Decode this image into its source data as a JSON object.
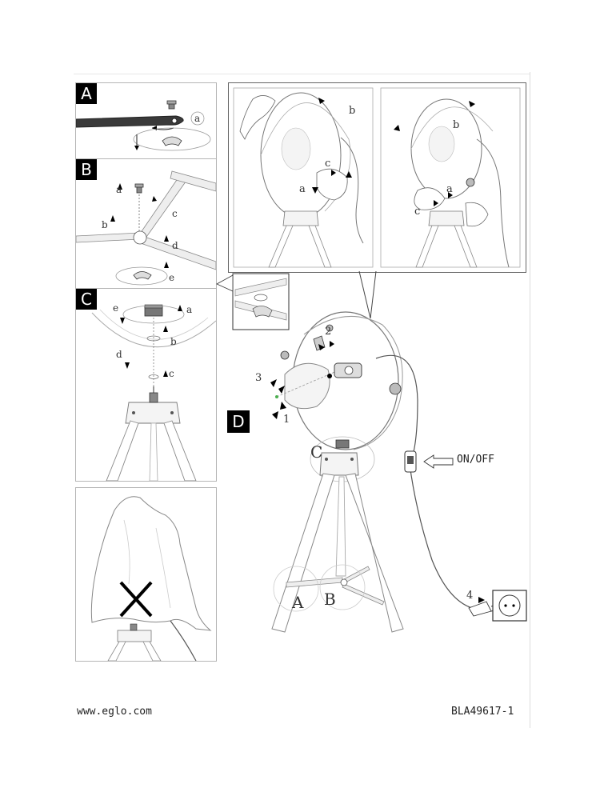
{
  "steps": {
    "a": "A",
    "b": "B",
    "c": "C",
    "d": "D"
  },
  "part_labels": {
    "a": "a",
    "b": "b",
    "c": "c",
    "d": "d",
    "e": "e"
  },
  "numbers": {
    "n1": "1",
    "n2": "2",
    "n3": "3",
    "n4": "4"
  },
  "switch_label": "ON/OFF",
  "footer": {
    "website": "www.eglo.com",
    "model_code": "BLA49617-1"
  }
}
